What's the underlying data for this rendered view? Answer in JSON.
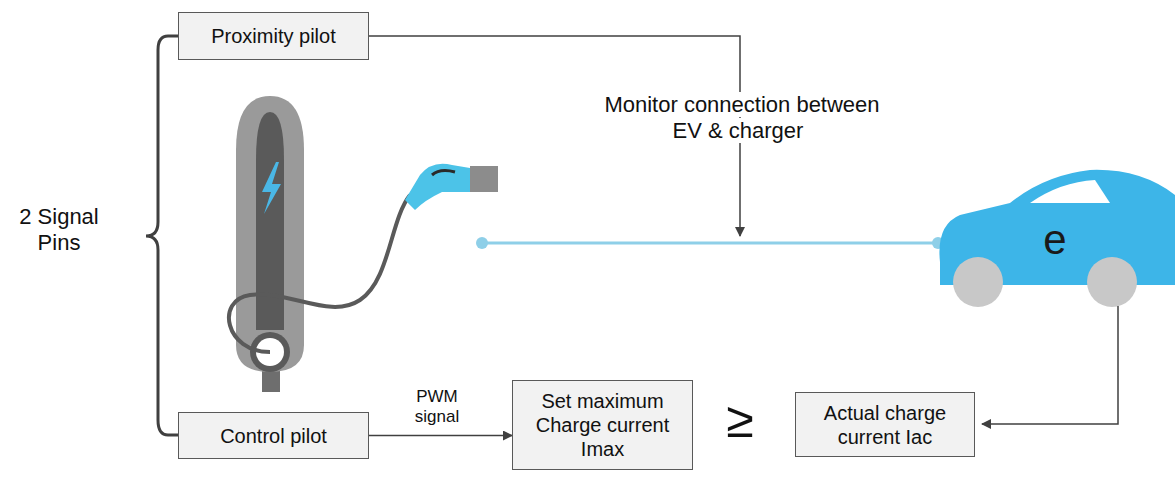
{
  "diagram": {
    "nodes": [
      {
        "text": [
          "Proximity pilot"
        ]
      },
      {
        "text": [
          "Control pilot"
        ]
      },
      {
        "text": [
          "Set maximum Charge current Imax"
        ]
      },
      {
        "text": [
          "Actual charge current Iac"
        ]
      }
    ],
    "edges": [
      {
        "from": 1,
        "to": 2,
        "arrow": "to",
        "label": "PWM signal"
      }
    ],
    "labels": [
      "2 Signal Pins",
      "Monitor connection between EV & charger",
      "≥",
      "e"
    ]
  }
}
